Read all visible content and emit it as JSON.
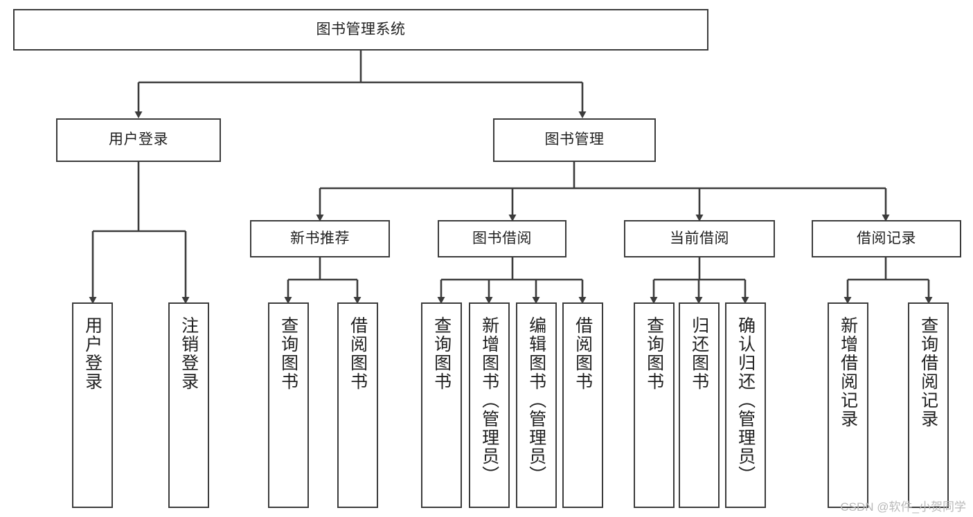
{
  "diagram": {
    "title": "图书管理系统",
    "watermark": "CSDN @软件_小贺同学",
    "line_color": "#3b3b3b",
    "box_fill": "#ffffff",
    "text_color": "#1f1f1f",
    "watermark_color": "#b9b9b9",
    "root": {
      "label": "图书管理系统"
    },
    "level1": [
      {
        "label": "用户登录"
      },
      {
        "label": "图书管理"
      }
    ],
    "level2": [
      {
        "label": "新书推荐"
      },
      {
        "label": "图书借阅"
      },
      {
        "label": "当前借阅"
      },
      {
        "label": "借阅记录"
      }
    ],
    "leaves": {
      "user_login": [
        {
          "label": "用户登录"
        },
        {
          "label": "注销登录"
        }
      ],
      "new_book": [
        {
          "label": "查询图书"
        },
        {
          "label": "借阅图书"
        }
      ],
      "book_borrow": [
        {
          "label": "查询图书"
        },
        {
          "label": "新增图书（管理员）"
        },
        {
          "label": "编辑图书（管理员）"
        },
        {
          "label": "借阅图书"
        }
      ],
      "current_borrow": [
        {
          "label": "查询图书"
        },
        {
          "label": "归还图书"
        },
        {
          "label": "确认归还（管理员）"
        }
      ],
      "borrow_record": [
        {
          "label": "新增借阅记录"
        },
        {
          "label": "查询借阅记录"
        }
      ]
    }
  }
}
